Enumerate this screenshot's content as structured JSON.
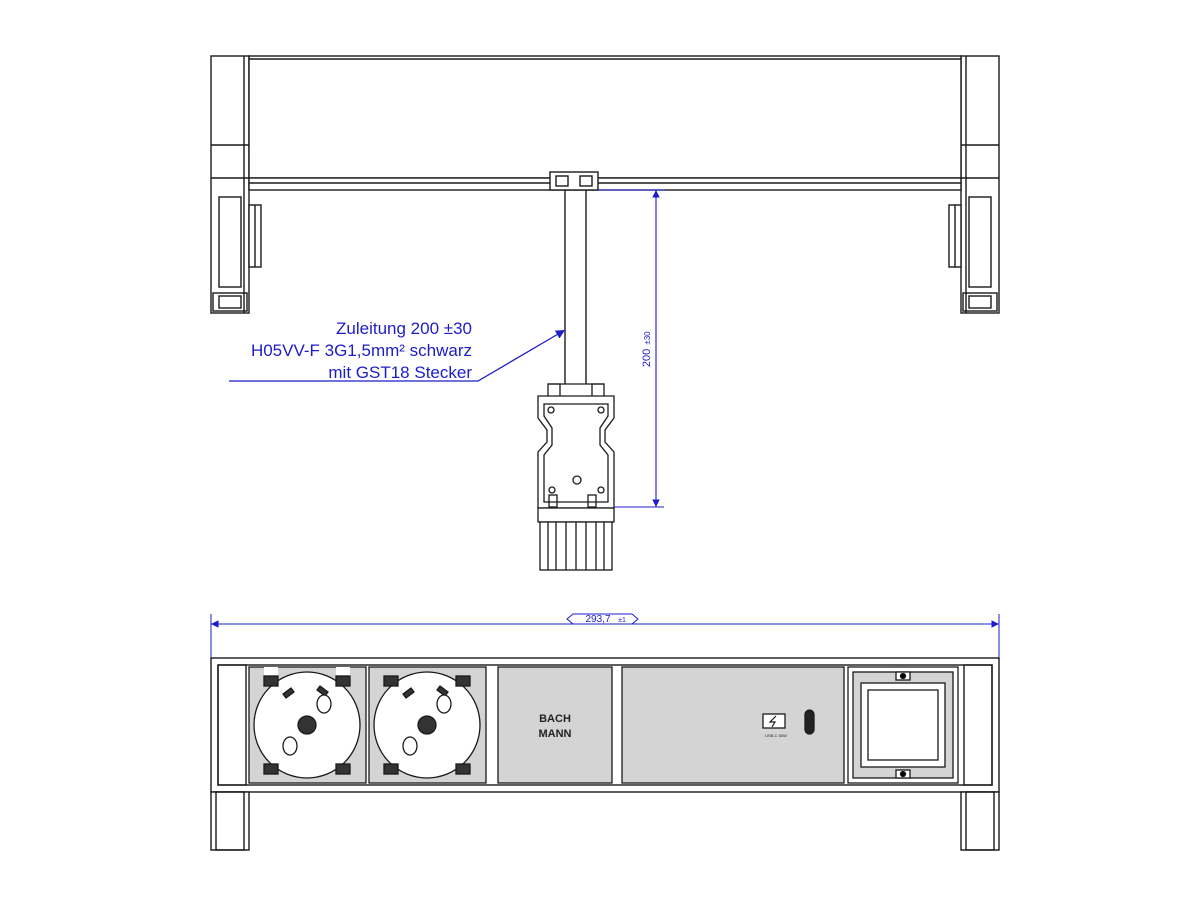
{
  "drawing": {
    "cable_note": {
      "line1": "Zuleitung 200 ±30",
      "line2": "H05VV-F 3G1,5mm² schwarz",
      "line3": "mit GST18 Stecker"
    },
    "vertical_dimension": {
      "value": "200",
      "tolerance": "±30"
    },
    "width_dimension": {
      "value": "293,7",
      "tolerance": "±1"
    },
    "modules": [
      {
        "type": "schuko-socket"
      },
      {
        "type": "schuko-socket"
      },
      {
        "type": "blank-cover",
        "brand_line1": "BACH",
        "brand_line2": "MANN"
      },
      {
        "type": "usb-c-charger",
        "usb_label": "USB-C 65W"
      },
      {
        "type": "empty-frame"
      }
    ],
    "colors": {
      "dimension": "#1c1cc8",
      "outline": "#1a1a1a",
      "fill_gray": "#d4d4d4"
    }
  }
}
